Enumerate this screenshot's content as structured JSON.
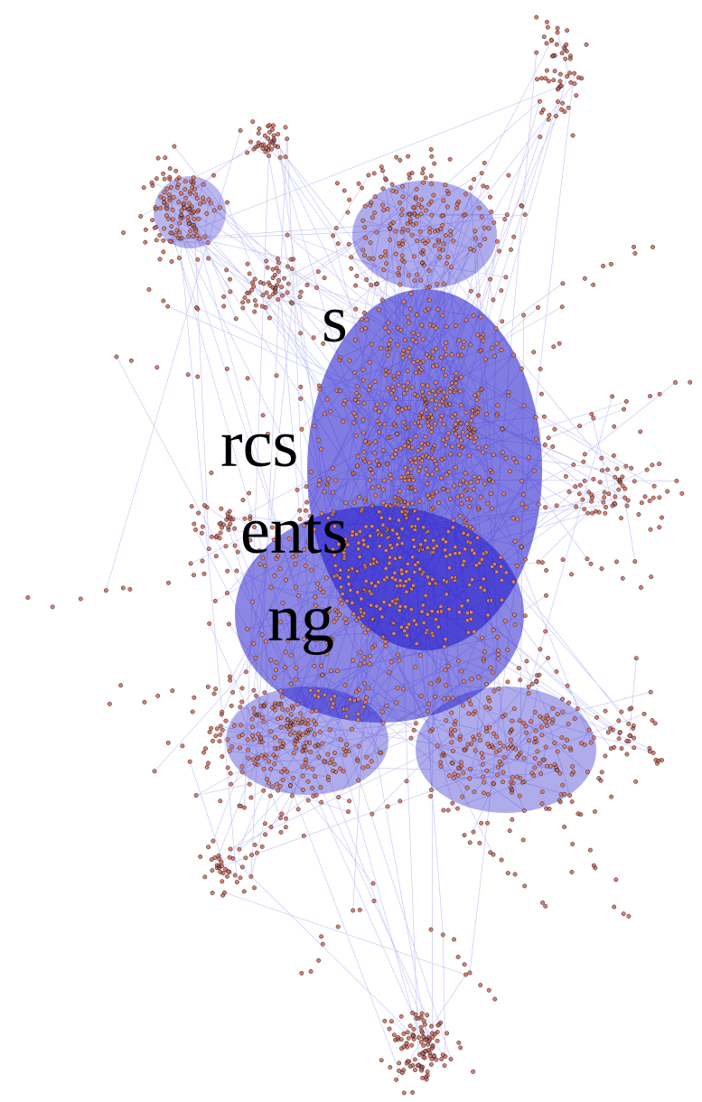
{
  "text_fragments": [
    "s",
    "rcs",
    "ents",
    "ng"
  ],
  "graph": {
    "node_color": "#d8806e",
    "node_outline": "#2a1a22",
    "edge_color": "#2222dd",
    "dense_edge_color": "#1a10c8",
    "background": "#ffffff"
  }
}
